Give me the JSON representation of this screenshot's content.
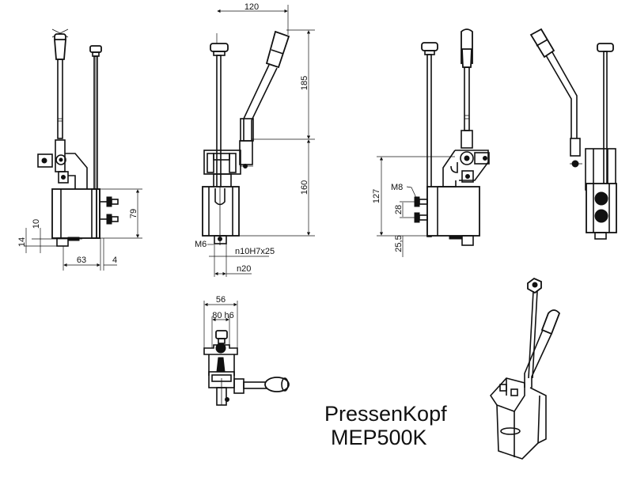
{
  "title": {
    "line1": "PressenKopf",
    "line2": "MEP500K"
  },
  "views": {
    "side_left": {
      "dims": {
        "height_block": "79",
        "d10": "10",
        "d14": "14",
        "d63": "63",
        "d4": "4"
      }
    },
    "front": {
      "dims": {
        "width_top": "120",
        "height_lever": "185",
        "height_body": "160",
        "thread": "M6",
        "bore": "n10H7x25",
        "shank": "n20"
      }
    },
    "side_right": {
      "dims": {
        "height": "127",
        "thread": "M8",
        "spacing": "28",
        "offset": "25,5"
      }
    },
    "top": {
      "dims": {
        "width": "56",
        "shaft": "80 h6"
      }
    },
    "rear": {},
    "isometric": {}
  }
}
